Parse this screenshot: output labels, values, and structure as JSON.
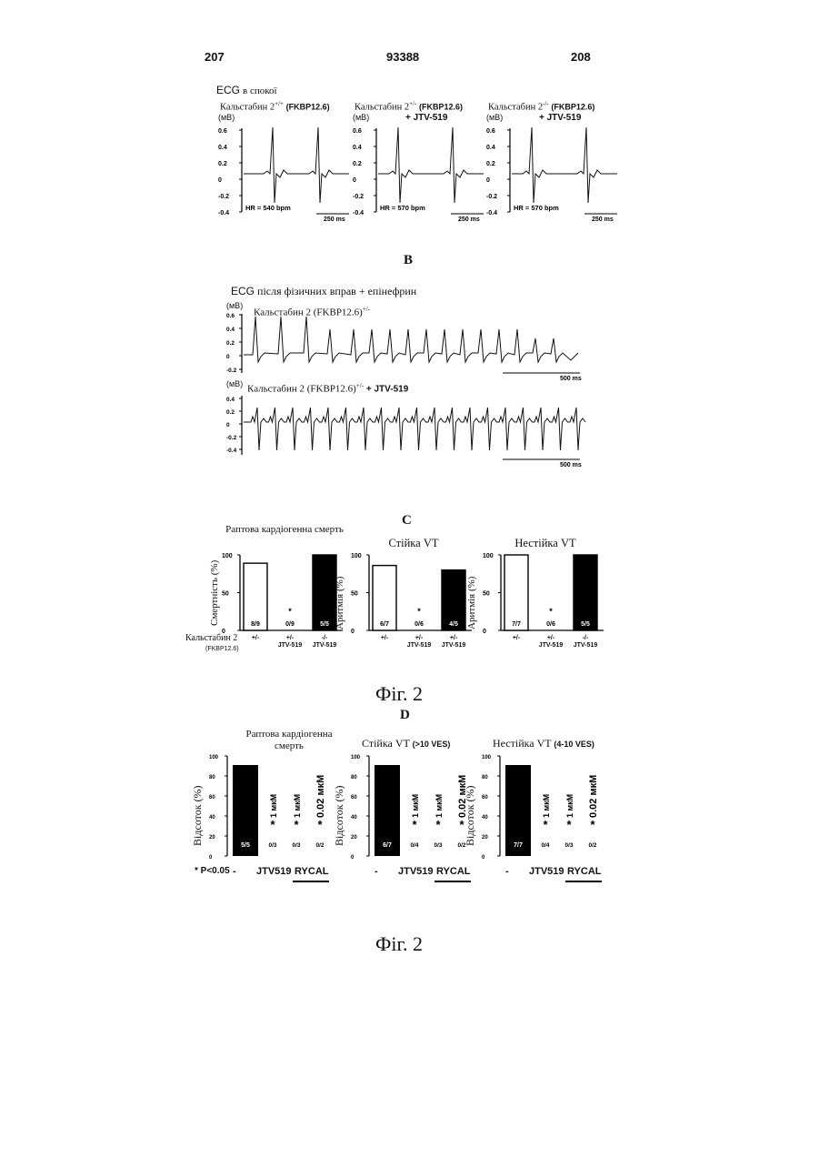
{
  "header": {
    "left": "207",
    "center": "93388",
    "right": "208"
  },
  "panel_a": {
    "title_ecg": "ECG",
    "title_rest": "в спокої",
    "cols": [
      {
        "label": "Кальстабин 2",
        "sup": "+/+",
        "gene": "(FKBP12.6)",
        "sub": "",
        "unit": "(мВ)",
        "hr": "HR = 540 bpm",
        "scale": "250 ms"
      },
      {
        "label": "Кальстабин 2",
        "sup": "+/-",
        "gene": "(FKBP12.6)",
        "sub": "+ JTV-519",
        "unit": "(мВ)",
        "hr": "HR = 570 bpm",
        "scale": "250 ms"
      },
      {
        "label": "Кальстабин 2",
        "sup": "-/-",
        "gene": "(FKBP12.6)",
        "sub": "+ JTV-519",
        "unit": "(мВ)",
        "hr": "HR = 570 bpm",
        "scale": "250 ms"
      }
    ],
    "yticks": [
      "0.6",
      "0.4",
      "0.2",
      "0",
      "-0.2",
      "-0.4"
    ]
  },
  "panel_b": {
    "letter": "B",
    "ecg": "ECG",
    "title": "після фізичних вправ + епінефрин",
    "unit": "(мВ)",
    "trace1_label": "Кальстабин 2 (FKBP12.6)",
    "trace1_sup": "+/-",
    "trace2_label": "Кальстабин 2 (FKBP12.6)",
    "trace2_sup": "+/-",
    "trace2_suffix": " + JTV-519",
    "yticks1": [
      "0.6",
      "0.4",
      "0.2",
      "0",
      "-0.2"
    ],
    "yticks2": [
      "0.4",
      "0.2",
      "0",
      "-0.2",
      "-0.4"
    ],
    "scale": "500 ms"
  },
  "panel_c": {
    "letter": "C",
    "row_label": "Кальстабин 2",
    "row_sub": "(FKBP12.6)",
    "charts": [
      {
        "title": "Раптова кардіогенна смерть",
        "ylabel": "Смертність (%)",
        "ticks": [
          "100",
          "50",
          "0"
        ],
        "bars": [
          {
            "value": 89,
            "fill": "white",
            "label": "8/9",
            "cat": "+/-"
          },
          {
            "value": 0,
            "fill": "white",
            "label": "0/9",
            "cat": "+/-\nJTV-519",
            "star": "*"
          },
          {
            "value": 100,
            "fill": "black",
            "label": "5/5",
            "cat": "-/-\nJTV-519"
          }
        ]
      },
      {
        "title": "Стійка VT",
        "ylabel": "Аритмія (%)",
        "ticks": [
          "100",
          "50",
          "0"
        ],
        "bars": [
          {
            "value": 86,
            "fill": "white",
            "label": "6/7",
            "cat": "+/-"
          },
          {
            "value": 0,
            "fill": "white",
            "label": "0/6",
            "cat": "+/-\nJTV-519",
            "star": "*"
          },
          {
            "value": 80,
            "fill": "black",
            "label": "4/5",
            "cat": "+/-\nJTV-519"
          }
        ]
      },
      {
        "title": "Нестійка VT",
        "ylabel": "Аритмія (%)",
        "ticks": [
          "100",
          "50",
          "0"
        ],
        "bars": [
          {
            "value": 100,
            "fill": "white",
            "label": "7/7",
            "cat": "+/-"
          },
          {
            "value": 0,
            "fill": "white",
            "label": "0/6",
            "cat": "+/-\nJTV-519",
            "star": "*"
          },
          {
            "value": 100,
            "fill": "black",
            "label": "5/5",
            "cat": "-/-\nJTV-519"
          }
        ]
      }
    ]
  },
  "fig_mid": "Фіг. 2",
  "panel_d": {
    "letter": "D",
    "pnote": "* P<0.05",
    "charts": [
      {
        "title": "Раптова кардіогенна смерть",
        "title_suffix": "",
        "ylabel": "Відсоток (%)",
        "ticks": [
          "100",
          "80",
          "60",
          "40",
          "20",
          "0"
        ],
        "bar_label": "5/5",
        "vals": [
          {
            "label": "0/3",
            "conc": "1 мкМ"
          },
          {
            "label": "0/3",
            "conc": "1 мкМ"
          },
          {
            "label": "0/2",
            "conc": "0.02 мкМ"
          }
        ],
        "cats": [
          "-",
          "JTV519",
          "RYCAL"
        ]
      },
      {
        "title": "Стійка VT",
        "title_suffix": "(>10 VES)",
        "ylabel": "Відсоток (%)",
        "ticks": [
          "100",
          "80",
          "60",
          "40",
          "20",
          "0"
        ],
        "bar_label": "6/7",
        "vals": [
          {
            "label": "0/4",
            "conc": "1 мкМ"
          },
          {
            "label": "0/3",
            "conc": "1 мкМ"
          },
          {
            "label": "0/2",
            "conc": "0.02 мкМ"
          }
        ],
        "cats": [
          "-",
          "JTV519",
          "RYCAL"
        ]
      },
      {
        "title": "Нестійка VT",
        "title_suffix": "(4-10 VES)",
        "ylabel": "Відсоток (%)",
        "ticks": [
          "100",
          "80",
          "60",
          "40",
          "20",
          "0"
        ],
        "bar_label": "7/7",
        "vals": [
          {
            "label": "0/4",
            "conc": "1 мкМ"
          },
          {
            "label": "0/3",
            "conc": "1 мкМ"
          },
          {
            "label": "0/2",
            "conc": "0.02 мкМ"
          }
        ],
        "cats": [
          "-",
          "JTV519",
          "RYCAL"
        ]
      }
    ]
  },
  "fig_bottom": "Фіг. 2"
}
